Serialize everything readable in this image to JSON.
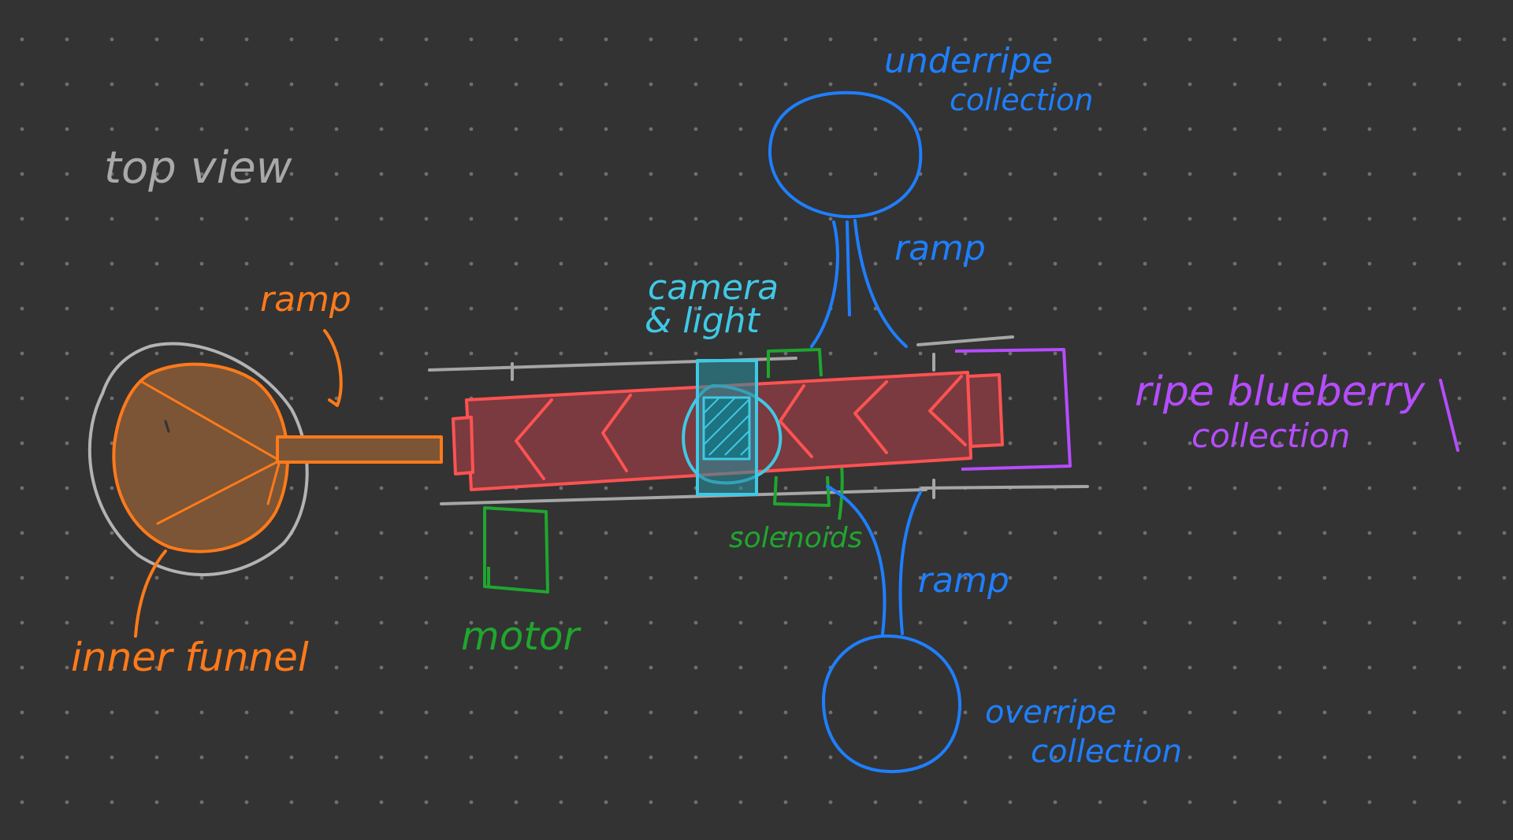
{
  "colors": {
    "background": "#333333",
    "dots": "#6f6f6f",
    "title": "#a9a9a9",
    "funnel": "#ff7a1a",
    "funnel_fill": "#7b5535",
    "outer_rim": "#b3b3b3",
    "rail": "#a6a6a6",
    "conveyor": "#ff5252",
    "conveyor_fill": "#7a3a3f",
    "camera": "#3fc9e6",
    "motor": "#1fa62e",
    "collection": "#1f7fff",
    "ripe": "#b64cff"
  },
  "title": "top view",
  "labels": {
    "ramp_funnel": "ramp",
    "inner_funnel": "inner funnel",
    "camera_light_line1": "camera",
    "camera_light_line2": "& light",
    "motor": "motor",
    "solenoids": "solenoids",
    "ramp_upper": "ramp",
    "ramp_lower": "ramp",
    "underripe_line1": "underripe",
    "underripe_line2": "collection",
    "overripe_line1": "overripe",
    "overripe_line2": "collection",
    "ripe_line1": "ripe blueberry",
    "ripe_line2": "collection"
  }
}
